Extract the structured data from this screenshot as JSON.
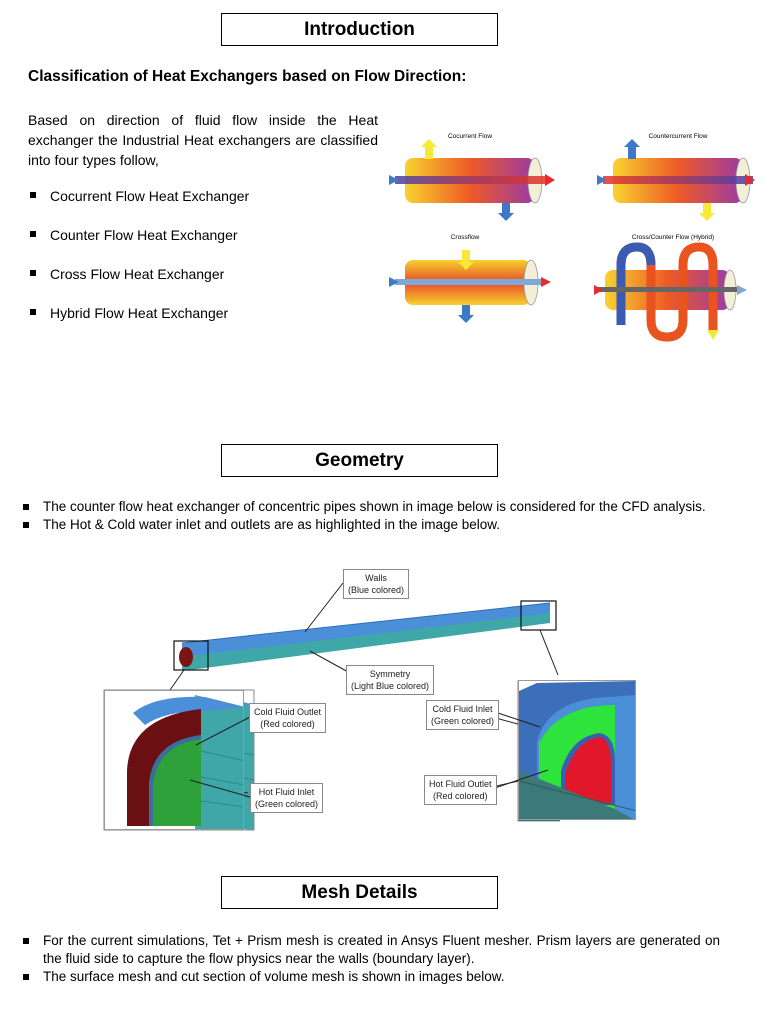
{
  "intro": {
    "title": "Introduction",
    "subtitle": "Classification of Heat Exchangers based on Flow Direction:",
    "paragraph": "Based on direction of fluid flow inside the Heat exchanger the Industrial Heat exchangers are classified into four types follow,",
    "items": [
      "Cocurrent Flow Heat Exchanger",
      "Counter Flow Heat Exchanger",
      "Cross Flow Heat Exchanger",
      "Hybrid Flow Heat Exchanger"
    ],
    "diagram_titles": [
      "Cocurrent Flow",
      "Countercurrent Flow",
      "Crossflow",
      "Cross/Counter Flow (Hybrid)"
    ]
  },
  "geometry": {
    "title": "Geometry",
    "bullets": [
      "The counter flow heat exchanger of concentric pipes shown in image below is considered for the CFD analysis.",
      "The Hot & Cold water inlet and outlets are as highlighted in the image below."
    ],
    "labels": {
      "walls": [
        "Walls",
        "(Blue colored)"
      ],
      "symmetry": [
        "Symmetry",
        "(Light Blue colored)"
      ],
      "cold_outlet": [
        "Cold Fluid Outlet",
        "(Red colored)"
      ],
      "hot_inlet": [
        "Hot Fluid Inlet",
        "(Green colored)"
      ],
      "cold_inlet": [
        "Cold Fluid Inlet",
        "(Green colored)"
      ],
      "hot_outlet": [
        "Hot Fluid Outlet",
        "(Red colored)"
      ]
    }
  },
  "mesh": {
    "title": "Mesh Details",
    "bullets": [
      "For the current simulations, Tet + Prism mesh is created in Ansys Fluent mesher. Prism layers are generated on the fluid side to capture the flow physics near the walls (boundary layer).",
      "The surface mesh and cut section of volume mesh is shown in images below."
    ]
  }
}
